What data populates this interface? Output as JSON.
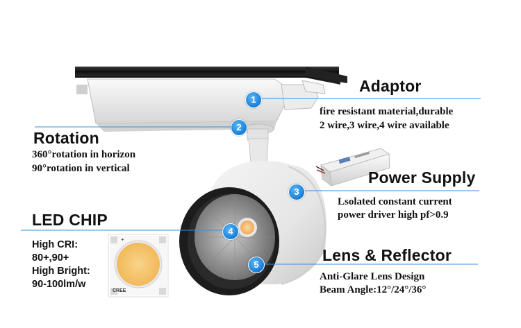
{
  "callouts": [
    {
      "number": "1",
      "title": "Adaptor",
      "lines": [
        "fire resistant material,durable",
        "2 wire,3 wire,4 wire available"
      ]
    },
    {
      "number": "2",
      "title": "Rotation",
      "lines": [
        "360°rotation in horizon",
        "90°rotation in vertical"
      ]
    },
    {
      "number": "3",
      "title": "Power Supply",
      "lines": [
        "Lsolated constant current",
        "power driver high pf>0.9"
      ]
    },
    {
      "number": "4",
      "title": "LED CHIP",
      "lines": [
        "High CRI:",
        "80+,90+",
        "High Bright:",
        "90-100lm/w"
      ]
    },
    {
      "number": "5",
      "title": "Lens & Reflector",
      "lines": [
        "Anti-Glare Lens Design",
        "Beam Angle:12°/24°/36°"
      ]
    }
  ],
  "chip_brand": "CREE",
  "colors": {
    "accent": "#1f86dc",
    "leader_line": "#3a8fd6",
    "chip_yellow": "#f6c46e",
    "housing": "#e9e9e9",
    "rail": "#1a1a1a"
  }
}
